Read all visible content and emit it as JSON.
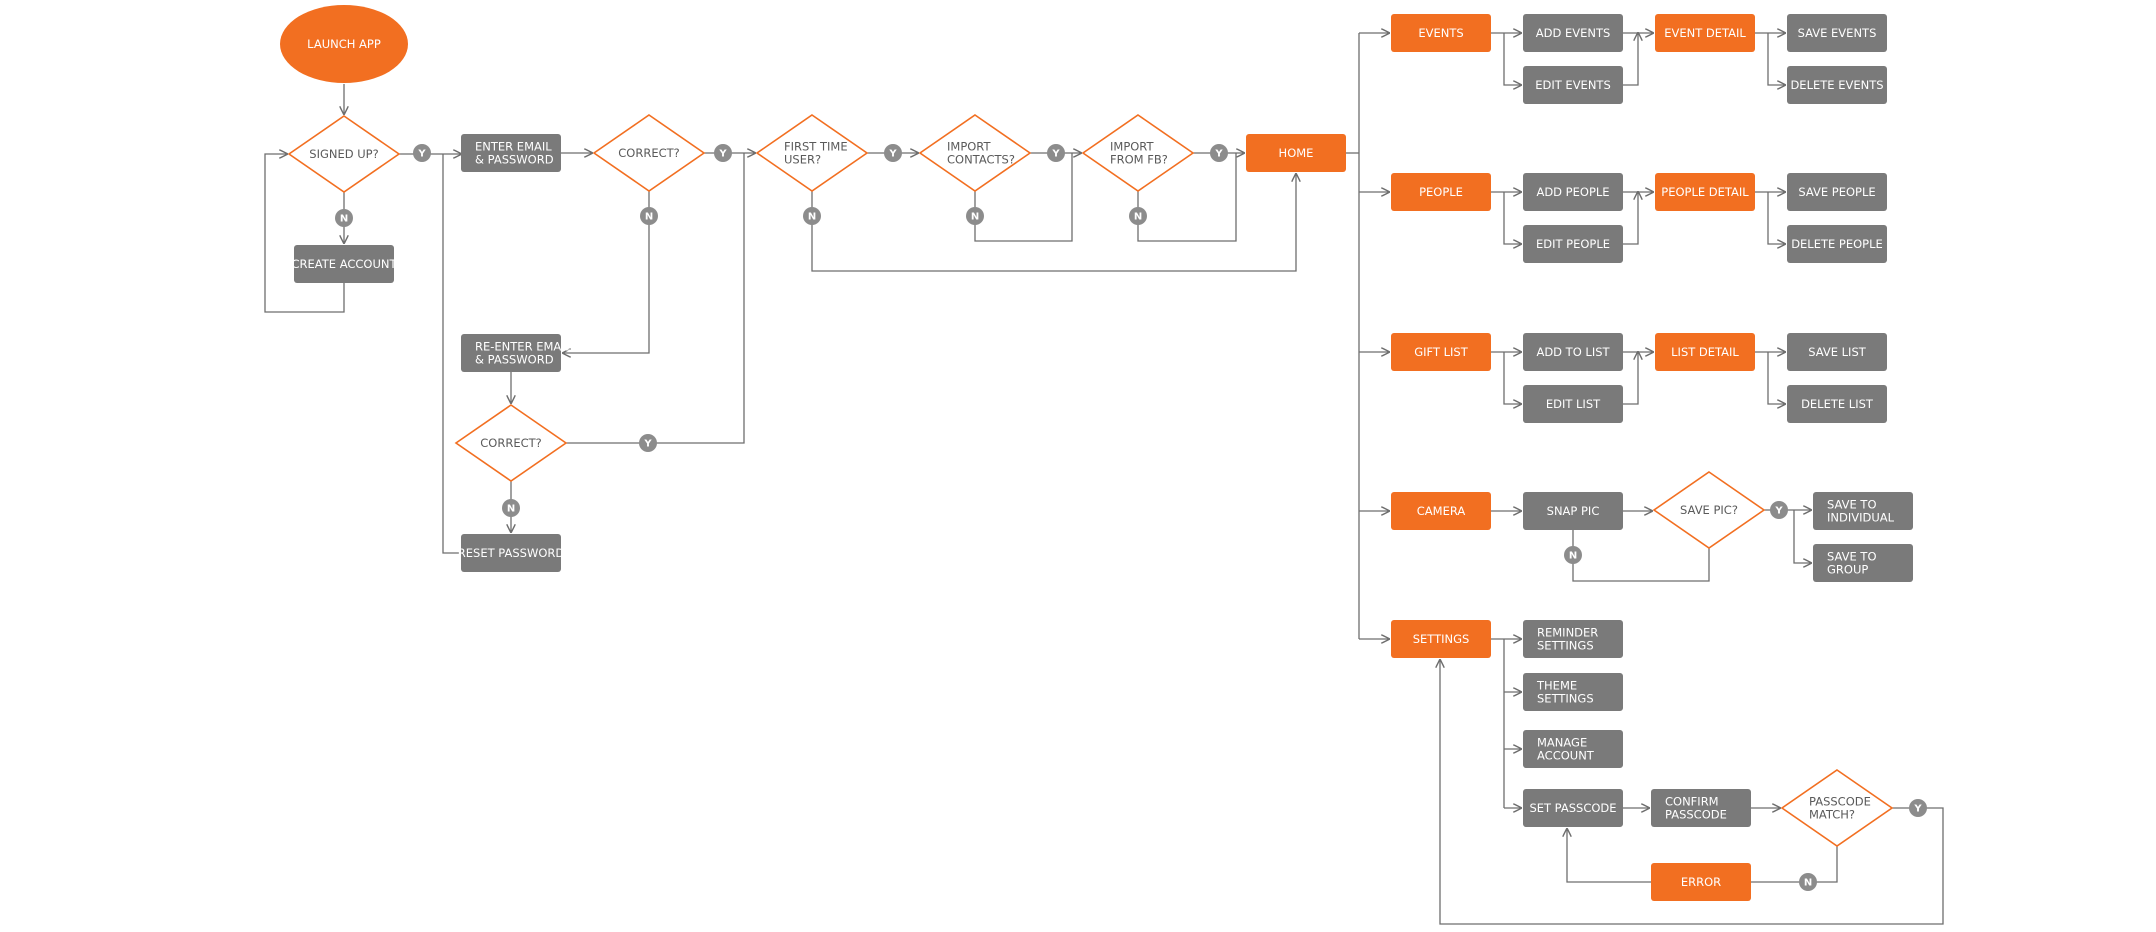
{
  "colors": {
    "orange": "#F26F21",
    "gray": "#7A7A7A",
    "line": "#6E6E6E",
    "badge": "#8C8C8C",
    "diamond_text": "#5A5A5A"
  },
  "nodes": {
    "launch_app": "LAUNCH APP",
    "signed_up": "SIGNED UP?",
    "create_account": "CREATE ACCOUNT",
    "enter_email": "ENTER EMAIL\n& PASSWORD",
    "correct_1": "CORRECT?",
    "reenter_email": "RE-ENTER EMAIL\n& PASSWORD",
    "correct_2": "CORRECT?",
    "reset_password": "RESET PASSWORD",
    "first_time": "FIRST TIME\nUSER?",
    "import_contacts": "IMPORT\nCONTACTS?",
    "import_fb": "IMPORT\nFROM FB?",
    "home": "HOME",
    "events": "EVENTS",
    "add_events": "ADD EVENTS",
    "edit_events": "EDIT EVENTS",
    "event_detail": "EVENT DETAIL",
    "save_events": "SAVE EVENTS",
    "delete_events": "DELETE EVENTS",
    "people": "PEOPLE",
    "add_people": "ADD PEOPLE",
    "edit_people": "EDIT PEOPLE",
    "people_detail": "PEOPLE DETAIL",
    "save_people": "SAVE PEOPLE",
    "delete_people": "DELETE PEOPLE",
    "gift_list": "GIFT LIST",
    "add_to_list": "ADD TO LIST",
    "edit_list": "EDIT LIST",
    "list_detail": "LIST DETAIL",
    "save_list": "SAVE LIST",
    "delete_list": "DELETE LIST",
    "camera": "CAMERA",
    "snap_pic": "SNAP PIC",
    "save_pic": "SAVE PIC?",
    "save_individual": "SAVE TO\nINDIVIDUAL",
    "save_group": "SAVE TO\nGROUP",
    "settings": "SETTINGS",
    "reminder_settings": "REMINDER\nSETTINGS",
    "theme_settings": "THEME\nSETTINGS",
    "manage_account": "MANAGE\nACCOUNT",
    "set_passcode": "SET PASSCODE",
    "confirm_passcode": "CONFIRM\nPASSCODE",
    "passcode_match": "PASSCODE\nMATCH?",
    "error": "ERROR"
  },
  "badges": {
    "yes": "Y",
    "no": "N"
  }
}
